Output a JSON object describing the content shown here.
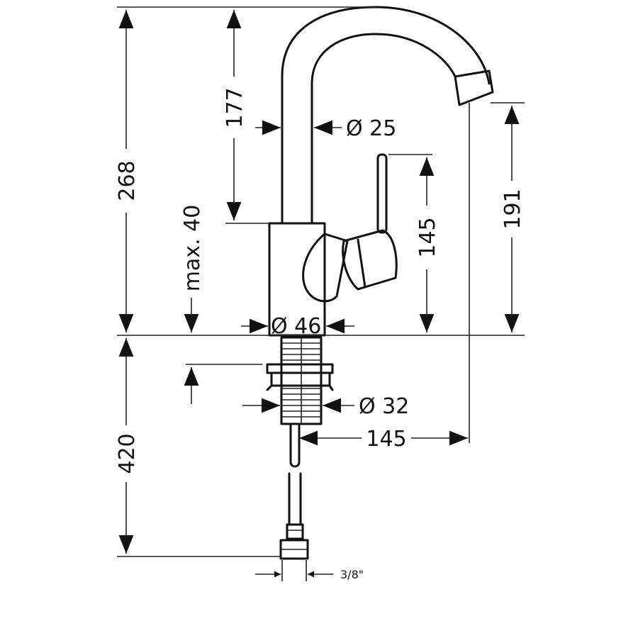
{
  "dimensions": {
    "total_height": "268",
    "spout_height": "177",
    "spout_diameter": "Ø 25",
    "max_deck_thickness": "max. 40",
    "lever_height": "145",
    "outlet_height": "191",
    "body_diameter": "Ø 46",
    "shank_diameter": "Ø 32",
    "reach": "145",
    "hose_length": "420",
    "connection_size": "3/8\""
  },
  "colors": {
    "ink": "#111111",
    "background": "#ffffff"
  }
}
